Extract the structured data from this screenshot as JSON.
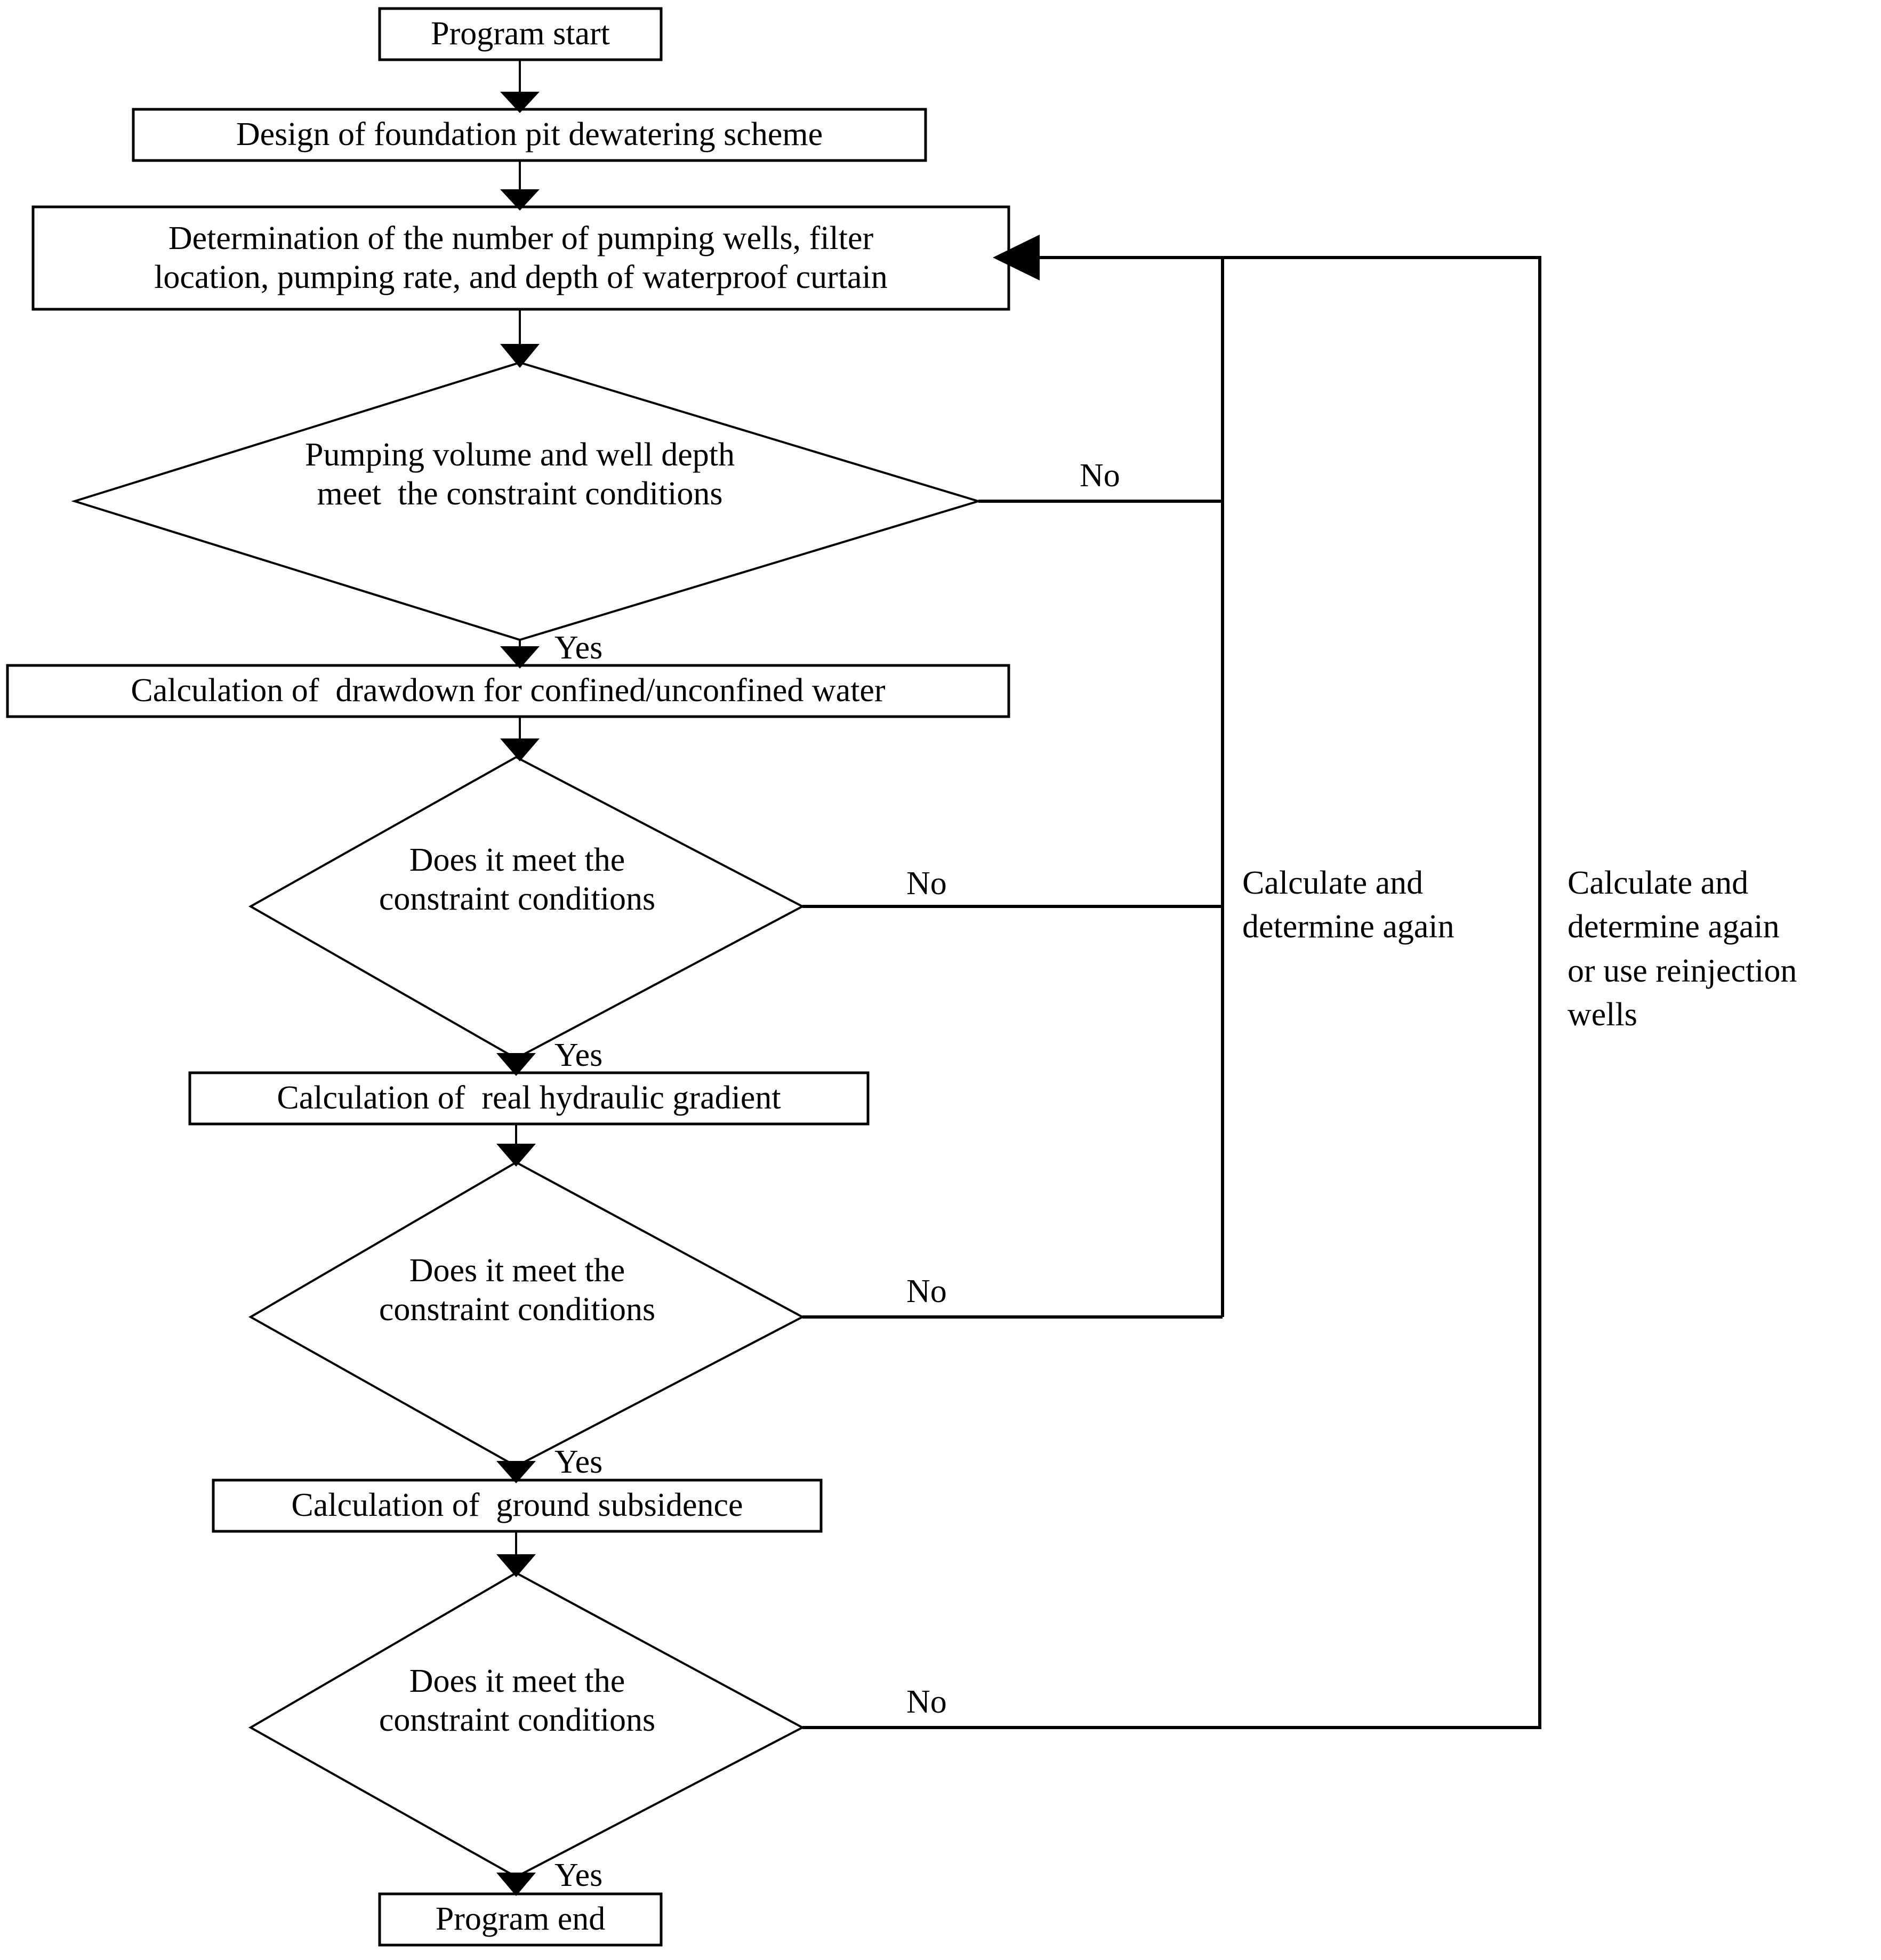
{
  "diagram": {
    "title": "Foundation pit dewatering design program flowchart",
    "type": "flowchart",
    "stroke_color": "#000000",
    "fill_color": "#ffffff",
    "text_color": "#000000"
  },
  "nodes": {
    "start": {
      "shape": "process",
      "label": "Program start"
    },
    "design": {
      "shape": "process",
      "label": "Design of foundation pit dewatering scheme"
    },
    "determination": {
      "shape": "process",
      "label": "Determination of the number of pumping wells, filter\nlocation, pumping rate, and depth of waterproof curtain"
    },
    "decision_pumping": {
      "shape": "decision",
      "label": "Pumping volume and well depth\nmeet  the constraint conditions"
    },
    "calc_drawdown": {
      "shape": "process",
      "label": "Calculation of  drawdown for confined/unconfined water"
    },
    "decision_drawdown": {
      "shape": "decision",
      "label": "Does it meet the\nconstraint conditions"
    },
    "calc_gradient": {
      "shape": "process",
      "label": "Calculation of  real hydraulic gradient"
    },
    "decision_gradient": {
      "shape": "decision",
      "label": "Does it meet the\nconstraint conditions"
    },
    "calc_subsidence": {
      "shape": "process",
      "label": "Calculation of  ground subsidence"
    },
    "decision_subsidence": {
      "shape": "decision",
      "label": "Does it meet the\nconstraint conditions"
    },
    "end": {
      "shape": "process",
      "label": "Program end"
    }
  },
  "edge_labels": {
    "no_pumping": "No",
    "yes_pumping": "Yes",
    "no_drawdown": "No",
    "yes_drawdown": "Yes",
    "no_gradient": "No",
    "yes_gradient": "Yes",
    "no_subsidence": "No",
    "yes_subsidence": "Yes"
  },
  "side_notes": {
    "loop_inner": "Calculate and\ndetermine again",
    "loop_outer": "Calculate and\ndetermine again\nor use reinjection\nwells"
  }
}
